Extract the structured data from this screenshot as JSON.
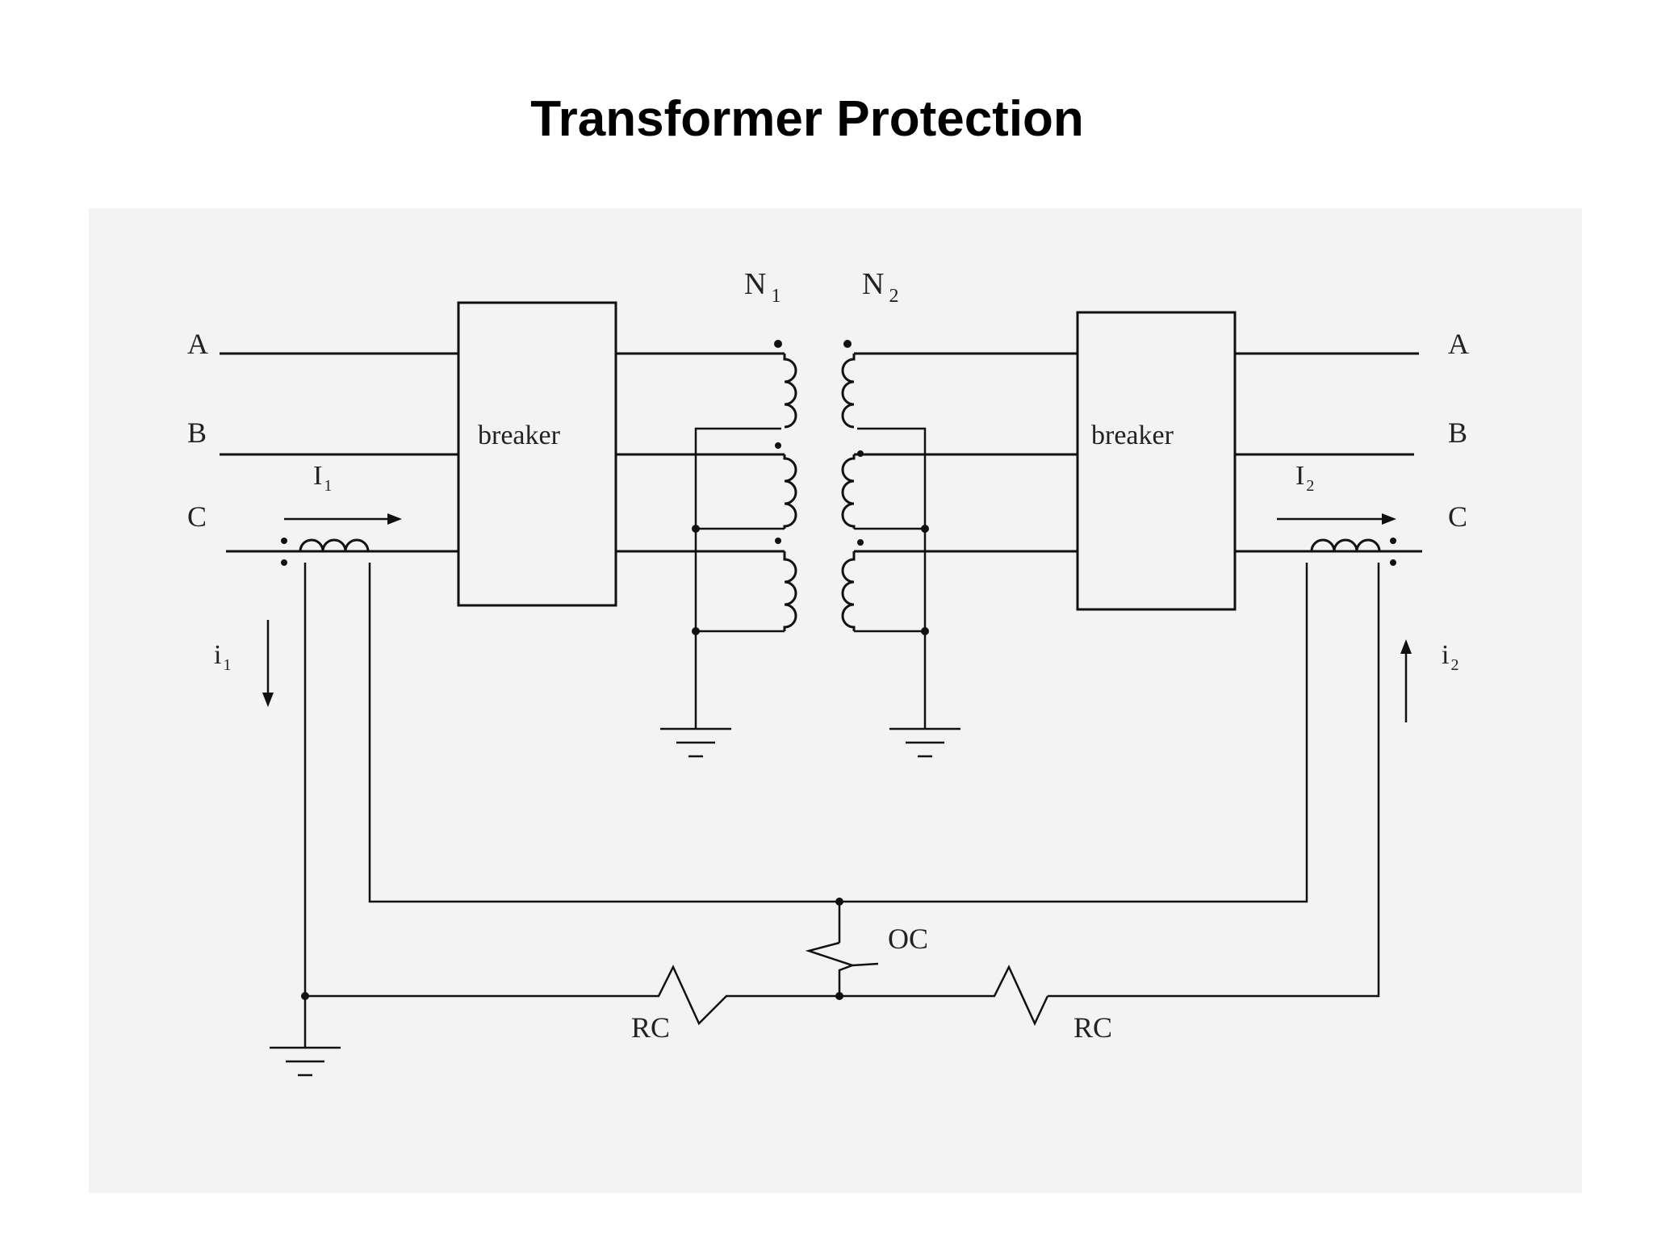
{
  "slide": {
    "title": "Transformer Protection"
  },
  "diagram": {
    "phases_left": [
      "A",
      "B",
      "C"
    ],
    "phases_right": [
      "A",
      "B",
      "C"
    ],
    "breaker_left": "breaker",
    "breaker_right": "breaker",
    "winding_primary": "N",
    "winding_primary_sub": "1",
    "winding_secondary": "N",
    "winding_secondary_sub": "2",
    "current_primary": "I",
    "current_primary_sub": "1",
    "current_secondary": "I",
    "current_secondary_sub": "2",
    "ct_current_primary": "i",
    "ct_current_primary_sub": "1",
    "ct_current_secondary": "i",
    "ct_current_secondary_sub": "2",
    "operating_coil": "OC",
    "restraint_coil_left": "RC",
    "restraint_coil_right": "RC"
  }
}
